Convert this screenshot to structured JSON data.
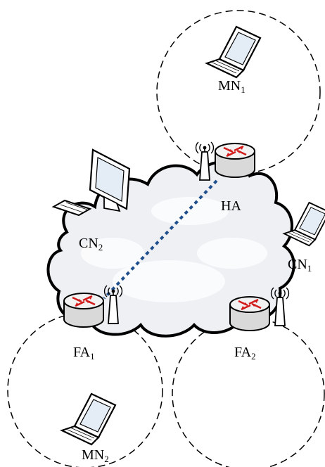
{
  "nodes": {
    "mn1": {
      "name": "MN",
      "sub": "1",
      "icon": "laptop-icon"
    },
    "ha": {
      "name": "HA",
      "icon": "router-icon"
    },
    "cn2": {
      "name": "CN",
      "sub": "2",
      "icon": "desktop-computer-icon"
    },
    "cn1": {
      "name": "CN",
      "sub": "1",
      "icon": "laptop-icon"
    },
    "fa1": {
      "name": "FA",
      "sub": "1",
      "icon": "router-icon"
    },
    "fa2": {
      "name": "FA",
      "sub": "2",
      "icon": "router-icon"
    },
    "mn2": {
      "name": "MN",
      "sub": "2",
      "icon": "laptop-icon"
    }
  },
  "links": [
    {
      "from": "ha",
      "to": "fa1",
      "style": "dotted",
      "color": "#1f4e8c"
    }
  ],
  "colors": {
    "cloud_fill": "#eef0f3",
    "router_body": "#d9d9d9",
    "router_arrow": "#d21c1c",
    "tunnel": "#1f4e8c"
  }
}
